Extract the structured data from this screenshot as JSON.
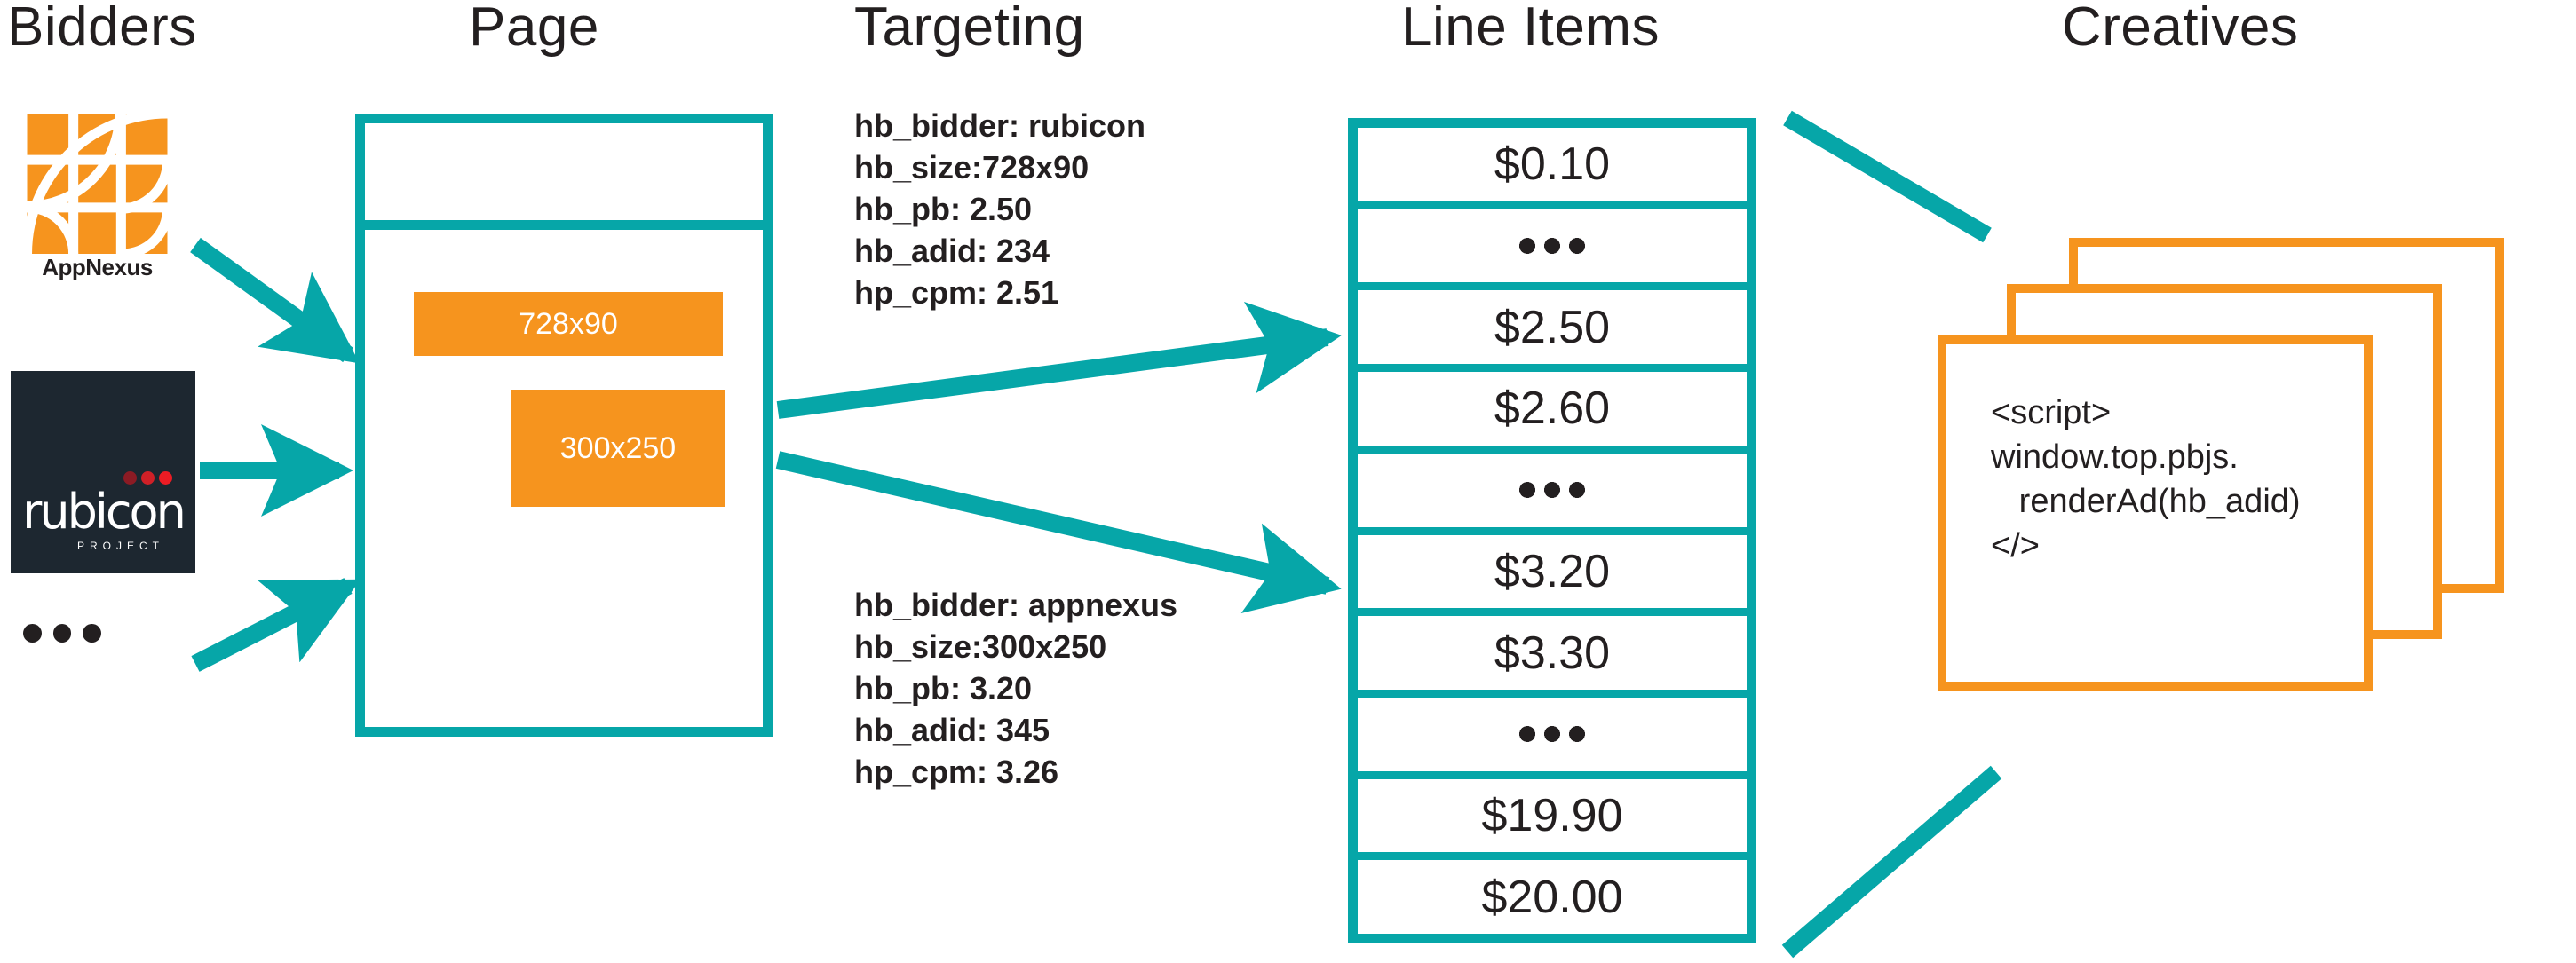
{
  "columns": {
    "bidders": "Bidders",
    "page": "Page",
    "targeting": "Targeting",
    "line_items": "Line Items",
    "creatives": "Creatives"
  },
  "bidders": {
    "appnexus": {
      "name": "AppNexus",
      "logo_icon": "appnexus-logo-icon",
      "color": "#f6941e"
    },
    "rubicon": {
      "name": "rubicon",
      "subtitle": "PROJECT",
      "logo_icon": "rubicon-project-logo-icon",
      "background": "#1d2730",
      "dot_colors": [
        "#8c1b24",
        "#cf2027",
        "#ed1c24"
      ]
    },
    "more": "•••"
  },
  "page": {
    "ad_slots": [
      {
        "label": "728x90",
        "color": "#f6941e"
      },
      {
        "label": "300x250",
        "color": "#f6941e"
      }
    ],
    "border_color": "#06a6a8"
  },
  "targeting": {
    "blocks": [
      {
        "name": "targeting-rubicon",
        "lines": [
          "hb_bidder: rubicon",
          "hb_size:728x90",
          "hb_pb: 2.50",
          "hb_adid: 234",
          "hp_cpm: 2.51"
        ]
      },
      {
        "name": "targeting-appnexus",
        "lines": [
          "hb_bidder: appnexus",
          "hb_size:300x250",
          "hb_pb: 3.20",
          "hb_adid: 345",
          "hp_cpm: 3.26"
        ]
      }
    ]
  },
  "line_items": {
    "border_color": "#06a6a8",
    "rows": [
      {
        "label": "$0.10",
        "is_ellipsis": false
      },
      {
        "label": "•••",
        "is_ellipsis": true
      },
      {
        "label": "$2.50",
        "is_ellipsis": false
      },
      {
        "label": "$2.60",
        "is_ellipsis": false
      },
      {
        "label": "•••",
        "is_ellipsis": true
      },
      {
        "label": "$3.20",
        "is_ellipsis": false
      },
      {
        "label": "$3.30",
        "is_ellipsis": false
      },
      {
        "label": "•••",
        "is_ellipsis": true
      },
      {
        "label": "$19.90",
        "is_ellipsis": false
      },
      {
        "label": "$20.00",
        "is_ellipsis": false
      }
    ]
  },
  "creatives": {
    "border_color": "#f6941e",
    "card_count": 3,
    "code": "<script>\nwindow.top.pbjs.\n   renderAd(hb_adid)\n</>"
  },
  "colors": {
    "teal": "#06a6a8",
    "orange": "#f6941e",
    "ink": "#231f20",
    "rubicon_navy": "#1d2730"
  }
}
